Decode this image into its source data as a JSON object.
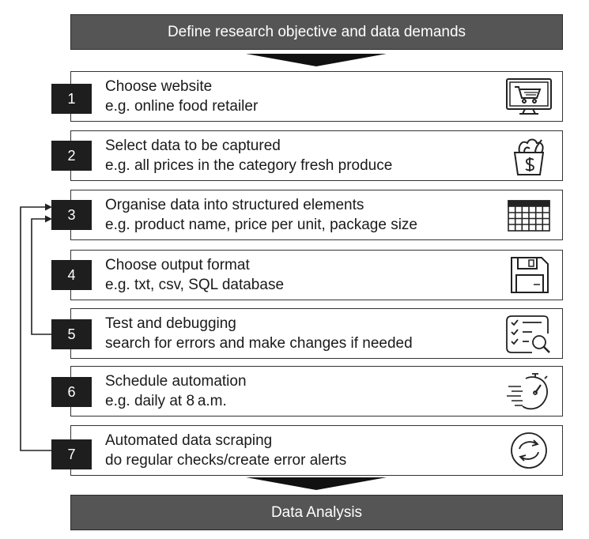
{
  "top_banner": "Define research objective and data demands",
  "bottom_banner": "Data Analysis",
  "steps": [
    {
      "number": "1",
      "title": "Choose website",
      "detail": "e.g. online food retailer",
      "icon": "shopping-cart-monitor-icon"
    },
    {
      "number": "2",
      "title": "Select data to be captured",
      "detail": "e.g. all prices in the category fresh produce",
      "icon": "grocery-bag-icon"
    },
    {
      "number": "3",
      "title": "Organise data into structured elements",
      "detail": "e.g. product name, price per unit, package size",
      "icon": "table-grid-icon"
    },
    {
      "number": "4",
      "title": "Choose output format",
      "detail": "e.g. txt, csv, SQL database",
      "icon": "floppy-disk-icon"
    },
    {
      "number": "5",
      "title": "Test and debugging",
      "detail": "search for errors and make changes if needed",
      "icon": "checklist-magnifier-icon"
    },
    {
      "number": "6",
      "title": "Schedule automation",
      "detail": "e.g. daily at 8 a.m.",
      "icon": "stopwatch-icon"
    },
    {
      "number": "7",
      "title": "Automated data scraping",
      "detail": "do regular checks/create error alerts",
      "icon": "refresh-cycle-icon"
    }
  ]
}
